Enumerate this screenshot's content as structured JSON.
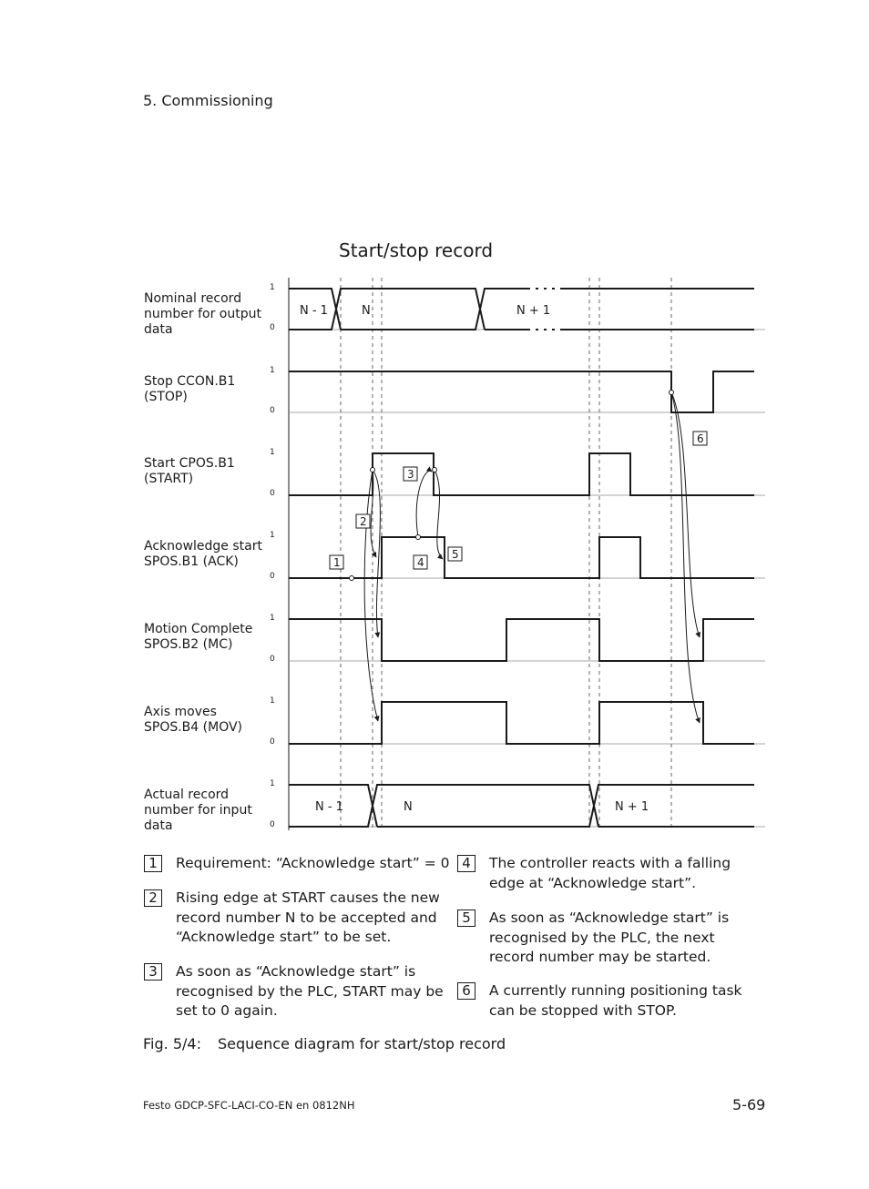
{
  "header": {
    "section": "5.  Commissioning"
  },
  "diagram": {
    "title": "Start/stop record",
    "level_high": "1",
    "level_low": "0",
    "signals": [
      {
        "label": "Nominal record number for output data"
      },
      {
        "label": "Stop CCON.B1 (STOP)"
      },
      {
        "label": "Start CPOS.B1 (START)"
      },
      {
        "label": "Acknowledge start SPOS.B1 (ACK)"
      },
      {
        "label": "Motion Complete SPOS.B2 (MC)"
      },
      {
        "label": "Axis moves SPOS.B4 (MOV)"
      },
      {
        "label": "Actual record number for input data"
      }
    ],
    "bus_nominal": [
      "N - 1",
      "N",
      "N + 1"
    ],
    "bus_actual": [
      "N - 1",
      "N",
      "N + 1"
    ],
    "markers": [
      "1",
      "2",
      "3",
      "4",
      "5",
      "6"
    ]
  },
  "legend": [
    {
      "num": "1",
      "text": "Requirement: “Acknowledge start” = 0"
    },
    {
      "num": "2",
      "text": "Rising edge at START causes the new record number N to be accepted and “Acknowledge start” to be set."
    },
    {
      "num": "3",
      "text": "As soon as “Acknowledge start” is recognised by the PLC, START may be set to 0 again."
    },
    {
      "num": "4",
      "text": "The controller reacts with a falling edge at “Acknowledge start”."
    },
    {
      "num": "5",
      "text": "As soon as “Acknowledge start” is recognised by the PLC, the next record number may be started."
    },
    {
      "num": "6",
      "text": "A currently running positioning task can be stopped with STOP."
    }
  ],
  "caption": {
    "label": "Fig. 5/4:",
    "text": "Sequence diagram for start/stop record"
  },
  "footer": {
    "left": "Festo  GDCP-SFC-LACI-CO-EN  en 0812NH",
    "page": "5-69"
  }
}
